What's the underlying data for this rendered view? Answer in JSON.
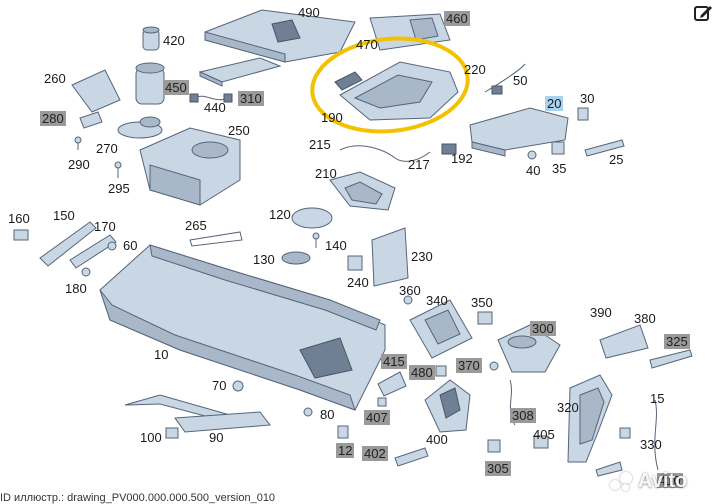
{
  "colors": {
    "part_fill": "#c9d6e3",
    "part_stroke": "#55657a",
    "part_dark": "#7d8ea3",
    "highlight_circle": "#f2c200",
    "label_box": "#9a9a9a",
    "label_highlight": "#a7d3f0"
  },
  "labels": {
    "p490": "490",
    "p460": "460",
    "p420": "420",
    "p470": "470",
    "p260": "260",
    "p450": "450",
    "p310": "310",
    "p440": "440",
    "p220": "220",
    "p50": "50",
    "p20": "20",
    "p30": "30",
    "p280": "280",
    "p250": "250",
    "p190": "190",
    "p270": "270",
    "p290": "290",
    "p295": "295",
    "p215": "215",
    "p217": "217",
    "p192": "192",
    "p40": "40",
    "p35": "35",
    "p25": "25",
    "p210": "210",
    "p160": "160",
    "p150": "150",
    "p170": "170",
    "p120": "120",
    "p265": "265",
    "p140": "140",
    "p60": "60",
    "p230": "230",
    "p130": "130",
    "p180": "180",
    "p240": "240",
    "p360": "360",
    "p340": "340",
    "p350": "350",
    "p390": "390",
    "p380": "380",
    "p300": "300",
    "p325": "325",
    "p10": "10",
    "p415": "415",
    "p370": "370",
    "p480": "480",
    "p70": "70",
    "p407": "407",
    "p308": "308",
    "p320": "320",
    "p150b": "15",
    "p80": "80",
    "p330": "330",
    "p100": "100",
    "p90": "90",
    "p12": "12",
    "p400": "400",
    "p402": "402",
    "p405": "405",
    "p305": "305",
    "p410": "410"
  },
  "footer_text": "ID иллюстр.: drawing_PV000.000.000.500_version_010",
  "watermark": {
    "brand": "Avito",
    "icon": "avito-logo-icon"
  },
  "edit_icon": "edit-pencil-icon"
}
